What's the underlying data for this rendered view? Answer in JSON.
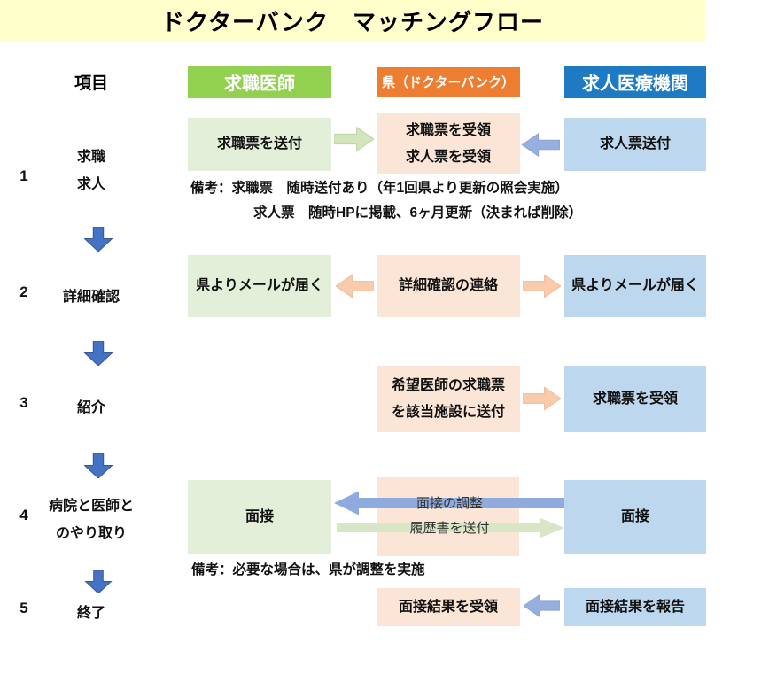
{
  "title": "ドクターバンク　マッチングフロー",
  "colors": {
    "banner_bg": "#FFFFCC",
    "header_doctor_bg": "#92D050",
    "header_bank_bg": "#ED7D31",
    "header_hospital_bg": "#1F7AC4",
    "box_green": "#E3EFD9",
    "box_peach": "#FBE5D6",
    "box_blue": "#BDD7EE",
    "arrow_green": "#D2E5BE",
    "arrow_blue": "#97AFDE",
    "arrow_peach": "#F8CBAD",
    "down_arrow": "#4472C4"
  },
  "header": {
    "item_col": "項目",
    "doctor": "求職医師",
    "bank": "県（ドクターバンク）",
    "hospital": "求人医療機関"
  },
  "rows": [
    {
      "number": "1",
      "label_line1": "求職",
      "label_line2": "求人",
      "doctor_box": "求職票を送付",
      "bank_box_line1": "求職票を受領",
      "bank_box_line2": "求人票を受領",
      "hospital_box": "求人票送付",
      "remark_line1": "備考：求職票　随時送付あり（年1回県より更新の照会実施）",
      "remark_line2": "求人票　随時HPに掲載、6ヶ月更新（決まれば削除）"
    },
    {
      "number": "2",
      "label": "詳細確認",
      "doctor_box": "県よりメールが届く",
      "bank_box": "詳細確認の連絡",
      "hospital_box": "県よりメールが届く"
    },
    {
      "number": "3",
      "label": "紹介",
      "bank_box_line1": "希望医師の求職票",
      "bank_box_line2": "を該当施設に送付",
      "hospital_box": "求職票を受領"
    },
    {
      "number": "4",
      "label_line1": "病院と医師と",
      "label_line2": "のやり取り",
      "doctor_box": "面接",
      "hospital_box": "面接",
      "arrow_to_doctor_label": "面接の調整",
      "arrow_to_hospital_label": "履歴書を送付",
      "remark": "備考：必要な場合は、県が調整を実施"
    },
    {
      "number": "5",
      "label": "終了",
      "bank_box": "面接結果を受領",
      "hospital_box": "面接結果を報告"
    }
  ]
}
